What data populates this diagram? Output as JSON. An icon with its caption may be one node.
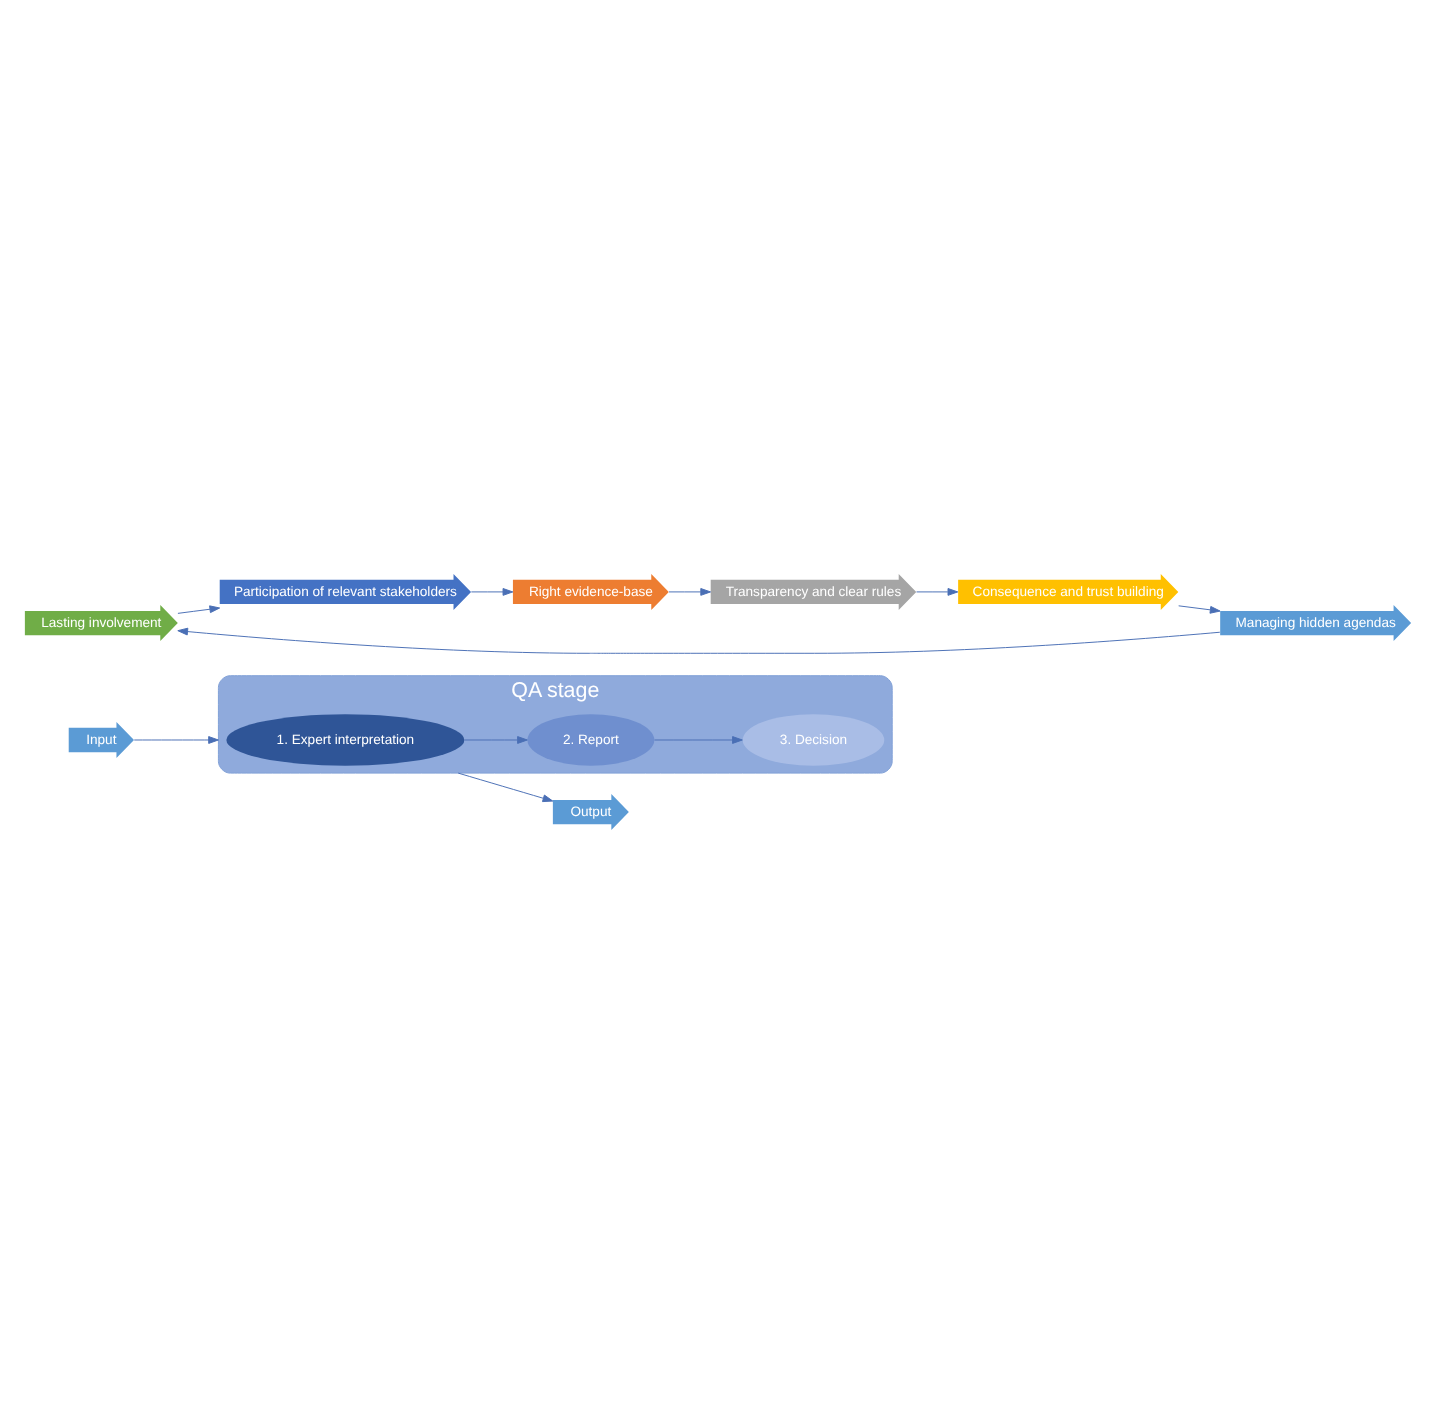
{
  "diagram": {
    "nodes": [
      {
        "text": [
          "QA stage"
        ]
      },
      {
        "text": [
          "1. Expert interpretation"
        ],
        "in": 0
      },
      {
        "text": [
          "2. Report"
        ],
        "in": 0
      },
      {
        "text": [
          "3. Decision"
        ],
        "in": 0
      },
      {
        "text": [
          "Input"
        ]
      },
      {
        "text": [
          "Output"
        ]
      },
      {
        "text": [
          "Lasting involvement"
        ]
      },
      {
        "text": [
          "Participation of relevant stakeholders"
        ]
      },
      {
        "text": [
          "Right evidence-base"
        ]
      },
      {
        "text": [
          "Transparency and clear rules"
        ]
      },
      {
        "text": [
          "Consequence and trust building"
        ]
      },
      {
        "text": [
          "Managing hidden agendas"
        ]
      }
    ],
    "edges": [
      {
        "from": 1,
        "to": 2,
        "arrow": "to"
      },
      {
        "from": 2,
        "to": 3,
        "arrow": "to"
      },
      {
        "from": 4,
        "to": 0,
        "arrow": "to"
      },
      {
        "from": 0,
        "to": 5,
        "arrow": "to"
      },
      {
        "from": 6,
        "to": 7,
        "arrow": "to"
      },
      {
        "from": 7,
        "to": 8,
        "arrow": "to"
      },
      {
        "from": 8,
        "to": 9,
        "arrow": "to"
      },
      {
        "from": 9,
        "to": 10,
        "arrow": "to"
      },
      {
        "from": 10,
        "to": 11,
        "arrow": "to"
      },
      {
        "from": 11,
        "to": 6,
        "arrow": "to"
      }
    ]
  }
}
